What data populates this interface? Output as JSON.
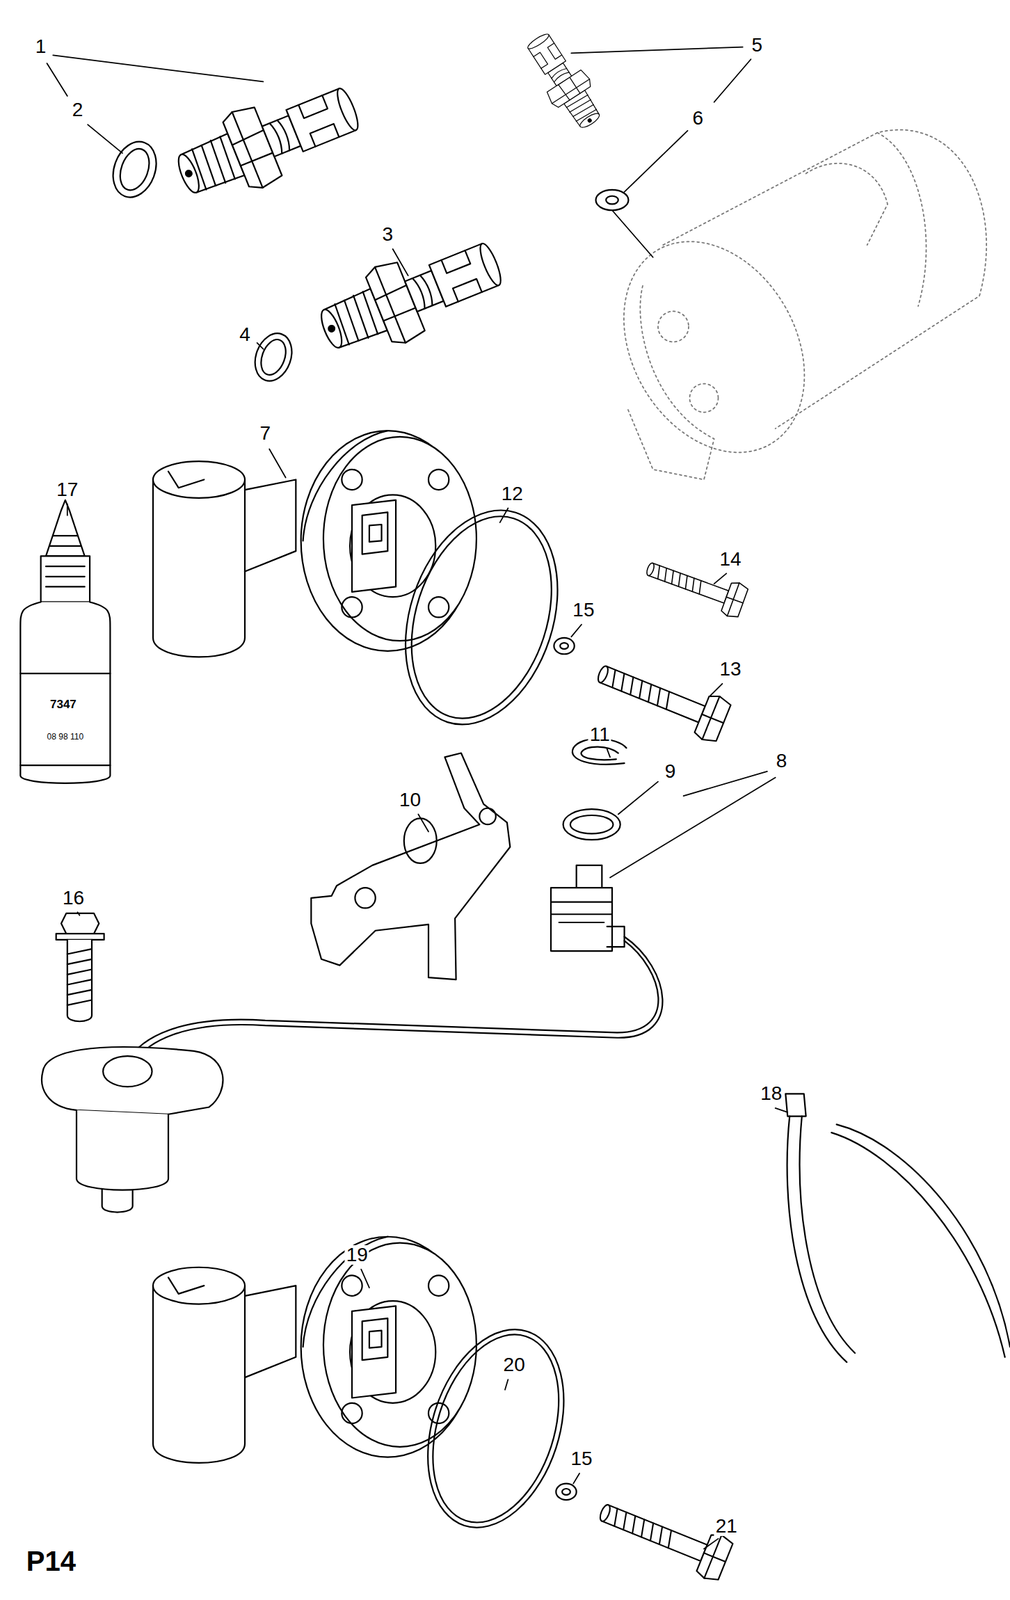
{
  "diagram": {
    "labels": [
      "1",
      "5",
      "2",
      "6",
      "3",
      "4",
      "7",
      "17",
      "12",
      "14",
      "15",
      "13",
      "11",
      "8",
      "9",
      "10",
      "16",
      "18",
      "19",
      "20",
      "15",
      "21",
      "P14",
      "7347",
      "08 98 110"
    ]
  }
}
